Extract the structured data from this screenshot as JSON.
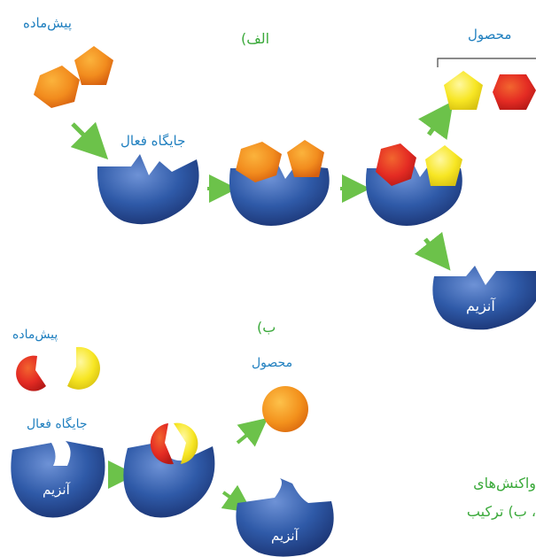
{
  "part_a": {
    "title": "الف)",
    "substrate_label": "پیش‌ماده",
    "active_site_label": "جایگاه فعال",
    "product_label": "محصول",
    "enzyme_label": "آنزیم"
  },
  "part_b": {
    "title": "ب)",
    "substrate_label": "پیش‌ماده",
    "active_site_label": "جایگاه فعال",
    "product_label": "محصول",
    "enzyme_label_left": "آنزیم",
    "enzyme_label_bottom": "آنزیم"
  },
  "caption": {
    "line1": "واکنش‌های",
    "line2": "، ب) ترکیب"
  },
  "colors": {
    "enzyme": "#2d4f9a",
    "arrow": "#6cc24a",
    "orange": "#f28c1e",
    "red": "#e42b23",
    "yellow": "#f7e623",
    "label_blue": "#1f7fbf",
    "caption_green": "#3aa93a"
  }
}
